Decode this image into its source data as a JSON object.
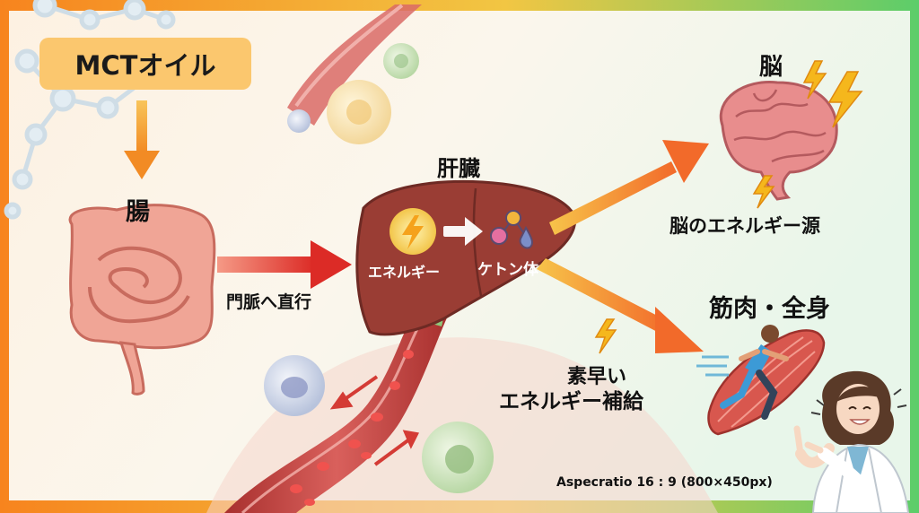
{
  "colors": {
    "frame_left": "#f7841e",
    "frame_right": "#5ccd6a",
    "mct_box": "#fbc76e",
    "arrow_orange": "#f58a2a",
    "arrow_red": "#e0302a",
    "liver": "#9a3d34",
    "vessel": "#c9494a",
    "brain": "#e88d8d",
    "bolt": "#f5b71c"
  },
  "labels": {
    "mct_oil": "MCTオイル",
    "intestine": "腸",
    "portal_vein": "門脈へ直行",
    "liver": "肝臓",
    "energy_in_liver": "エネルギー",
    "ketone": "ケトン体",
    "brain": "脳",
    "brain_energy": "脳のエネルギー源",
    "muscle": "筋肉・全身",
    "quick_energy_line1": "素早い",
    "quick_energy_line2": "エネルギー補給",
    "aspect_note": "Aspecratio 16 : 9 (800×450px)"
  },
  "icons": [
    "molecule-icon",
    "intestine-icon",
    "liver-icon",
    "brain-icon",
    "lightning-icon",
    "runner-icon",
    "muscle-icon",
    "doctor-icon",
    "blood-vessel-icon",
    "cell-icon"
  ]
}
